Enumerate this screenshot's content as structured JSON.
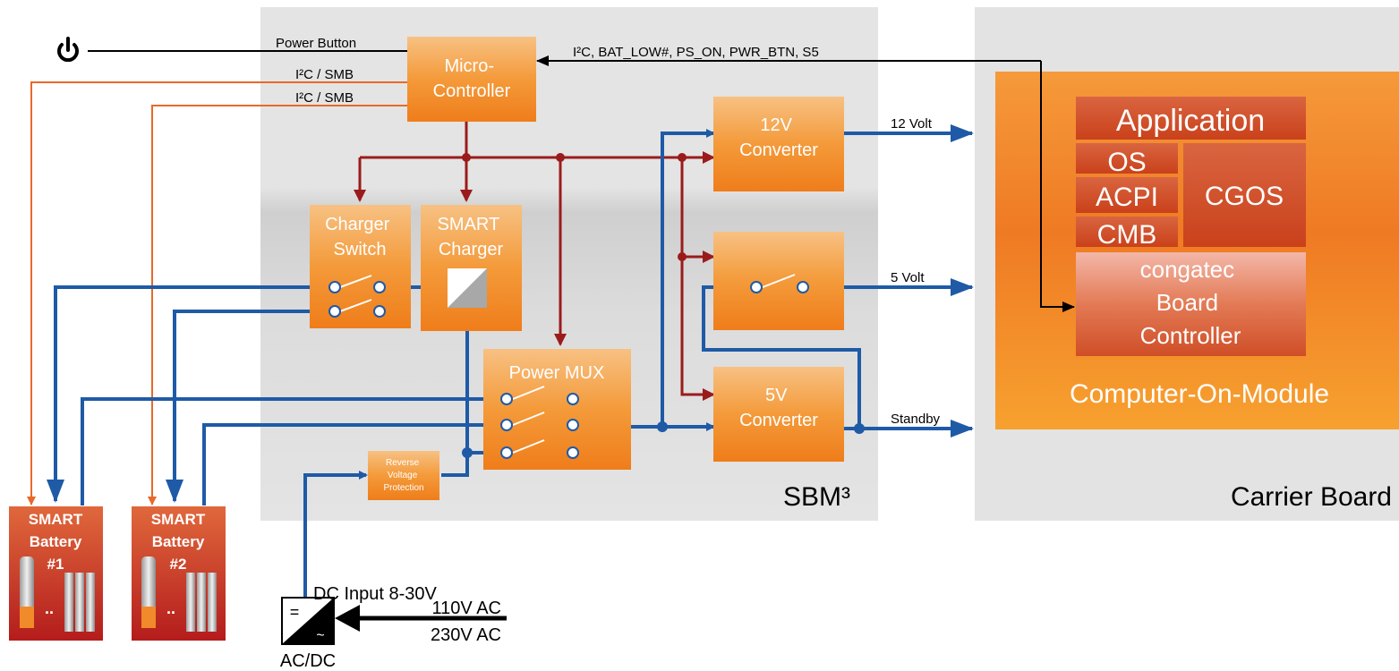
{
  "signals": {
    "power_button": "Power Button",
    "i2c_smb_1": "I²C / SMB",
    "i2c_smb_2": "I²C / SMB",
    "bus": "I²C, BAT_LOW#, PS_ON, PWR_BTN, S5"
  },
  "blocks": {
    "microcontroller": [
      "Micro-",
      "Controller"
    ],
    "converter12": [
      "12V",
      "Converter"
    ],
    "converter5": [
      "5V",
      "Converter"
    ],
    "charger_switch": [
      "Charger",
      "Switch"
    ],
    "smart_charger": [
      "SMART",
      "Charger"
    ],
    "power_mux": "Power MUX",
    "reverse_voltage": [
      "Reverse",
      "Voltage",
      "Protection"
    ]
  },
  "outputs": {
    "v12": "12 Volt",
    "v5": "5 Volt",
    "standby": "Standby"
  },
  "regions": {
    "sbm": "SBM³",
    "carrier": "Carrier Board",
    "com": "Computer-On-Module"
  },
  "software": {
    "application": "Application",
    "os": "OS",
    "acpi": "ACPI",
    "cmb": "CMB",
    "cgos": "CGOS",
    "board_controller": [
      "congatec",
      "Board",
      "Controller"
    ]
  },
  "batteries": [
    {
      "line1": "SMART",
      "line2": "Battery",
      "line3": "#1",
      "dots": ".."
    },
    {
      "line1": "SMART",
      "line2": "Battery",
      "line3": "#2",
      "dots": ".."
    }
  ],
  "input": {
    "dc": "DC Input 8-30V",
    "ac1": "110V AC",
    "ac2": "230V AC",
    "acdc": "AC/DC",
    "eq": "=",
    "tilde": "~"
  },
  "colors": {
    "orange": "#f39a2e",
    "red_arrow": "#9b1b1b",
    "blue_line": "#1f5aa6",
    "orange_line": "#e8692a",
    "panel": "#e3e3e3"
  }
}
